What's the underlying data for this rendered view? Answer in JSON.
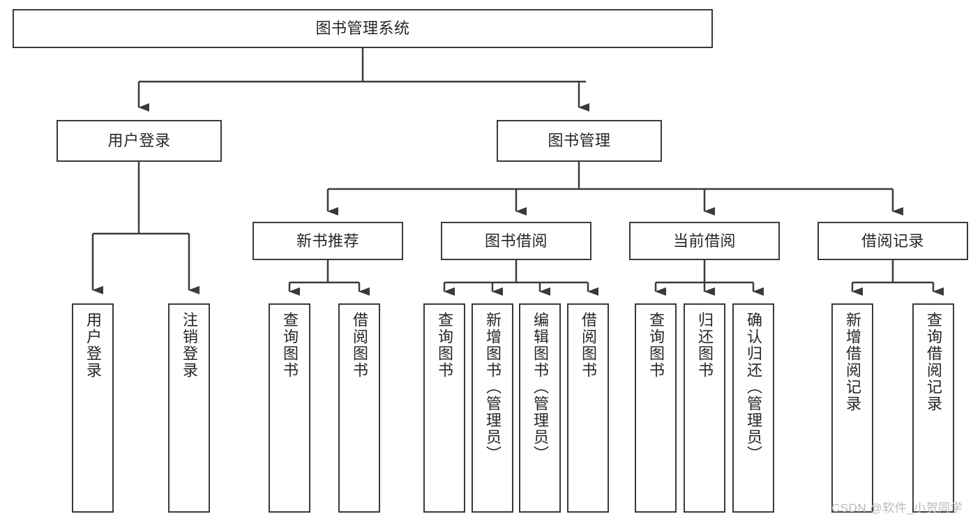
{
  "diagram": {
    "title": "图书管理系统",
    "type": "功能结构图",
    "stroke_color": "#3a3a3a",
    "text_color": "#262626",
    "background_color": "#ffffff"
  },
  "root": {
    "label": "图书管理系统"
  },
  "level1": [
    {
      "label": "用户登录"
    },
    {
      "label": "图书管理"
    }
  ],
  "level2": [
    {
      "label": "新书推荐"
    },
    {
      "label": "图书借阅"
    },
    {
      "label": "当前借阅"
    },
    {
      "label": "借阅记录"
    }
  ],
  "leaves": {
    "user_login": [
      {
        "label": "用户登录"
      },
      {
        "label": "注销登录"
      }
    ],
    "new_book_recommend": [
      {
        "label": "查询图书"
      },
      {
        "label": "借阅图书"
      }
    ],
    "book_borrow": [
      {
        "label": "查询图书"
      },
      {
        "label": "新增图书（管理员）"
      },
      {
        "label": "编辑图书（管理员）"
      },
      {
        "label": "借阅图书"
      }
    ],
    "current_borrow": [
      {
        "label": "查询图书"
      },
      {
        "label": "归还图书"
      },
      {
        "label": "确认归还（管理员）"
      }
    ],
    "borrow_record": [
      {
        "label": "新增借阅记录"
      },
      {
        "label": "查询借阅记录"
      }
    ]
  },
  "watermark": {
    "text": "CSDN @软件_小贺同学"
  }
}
